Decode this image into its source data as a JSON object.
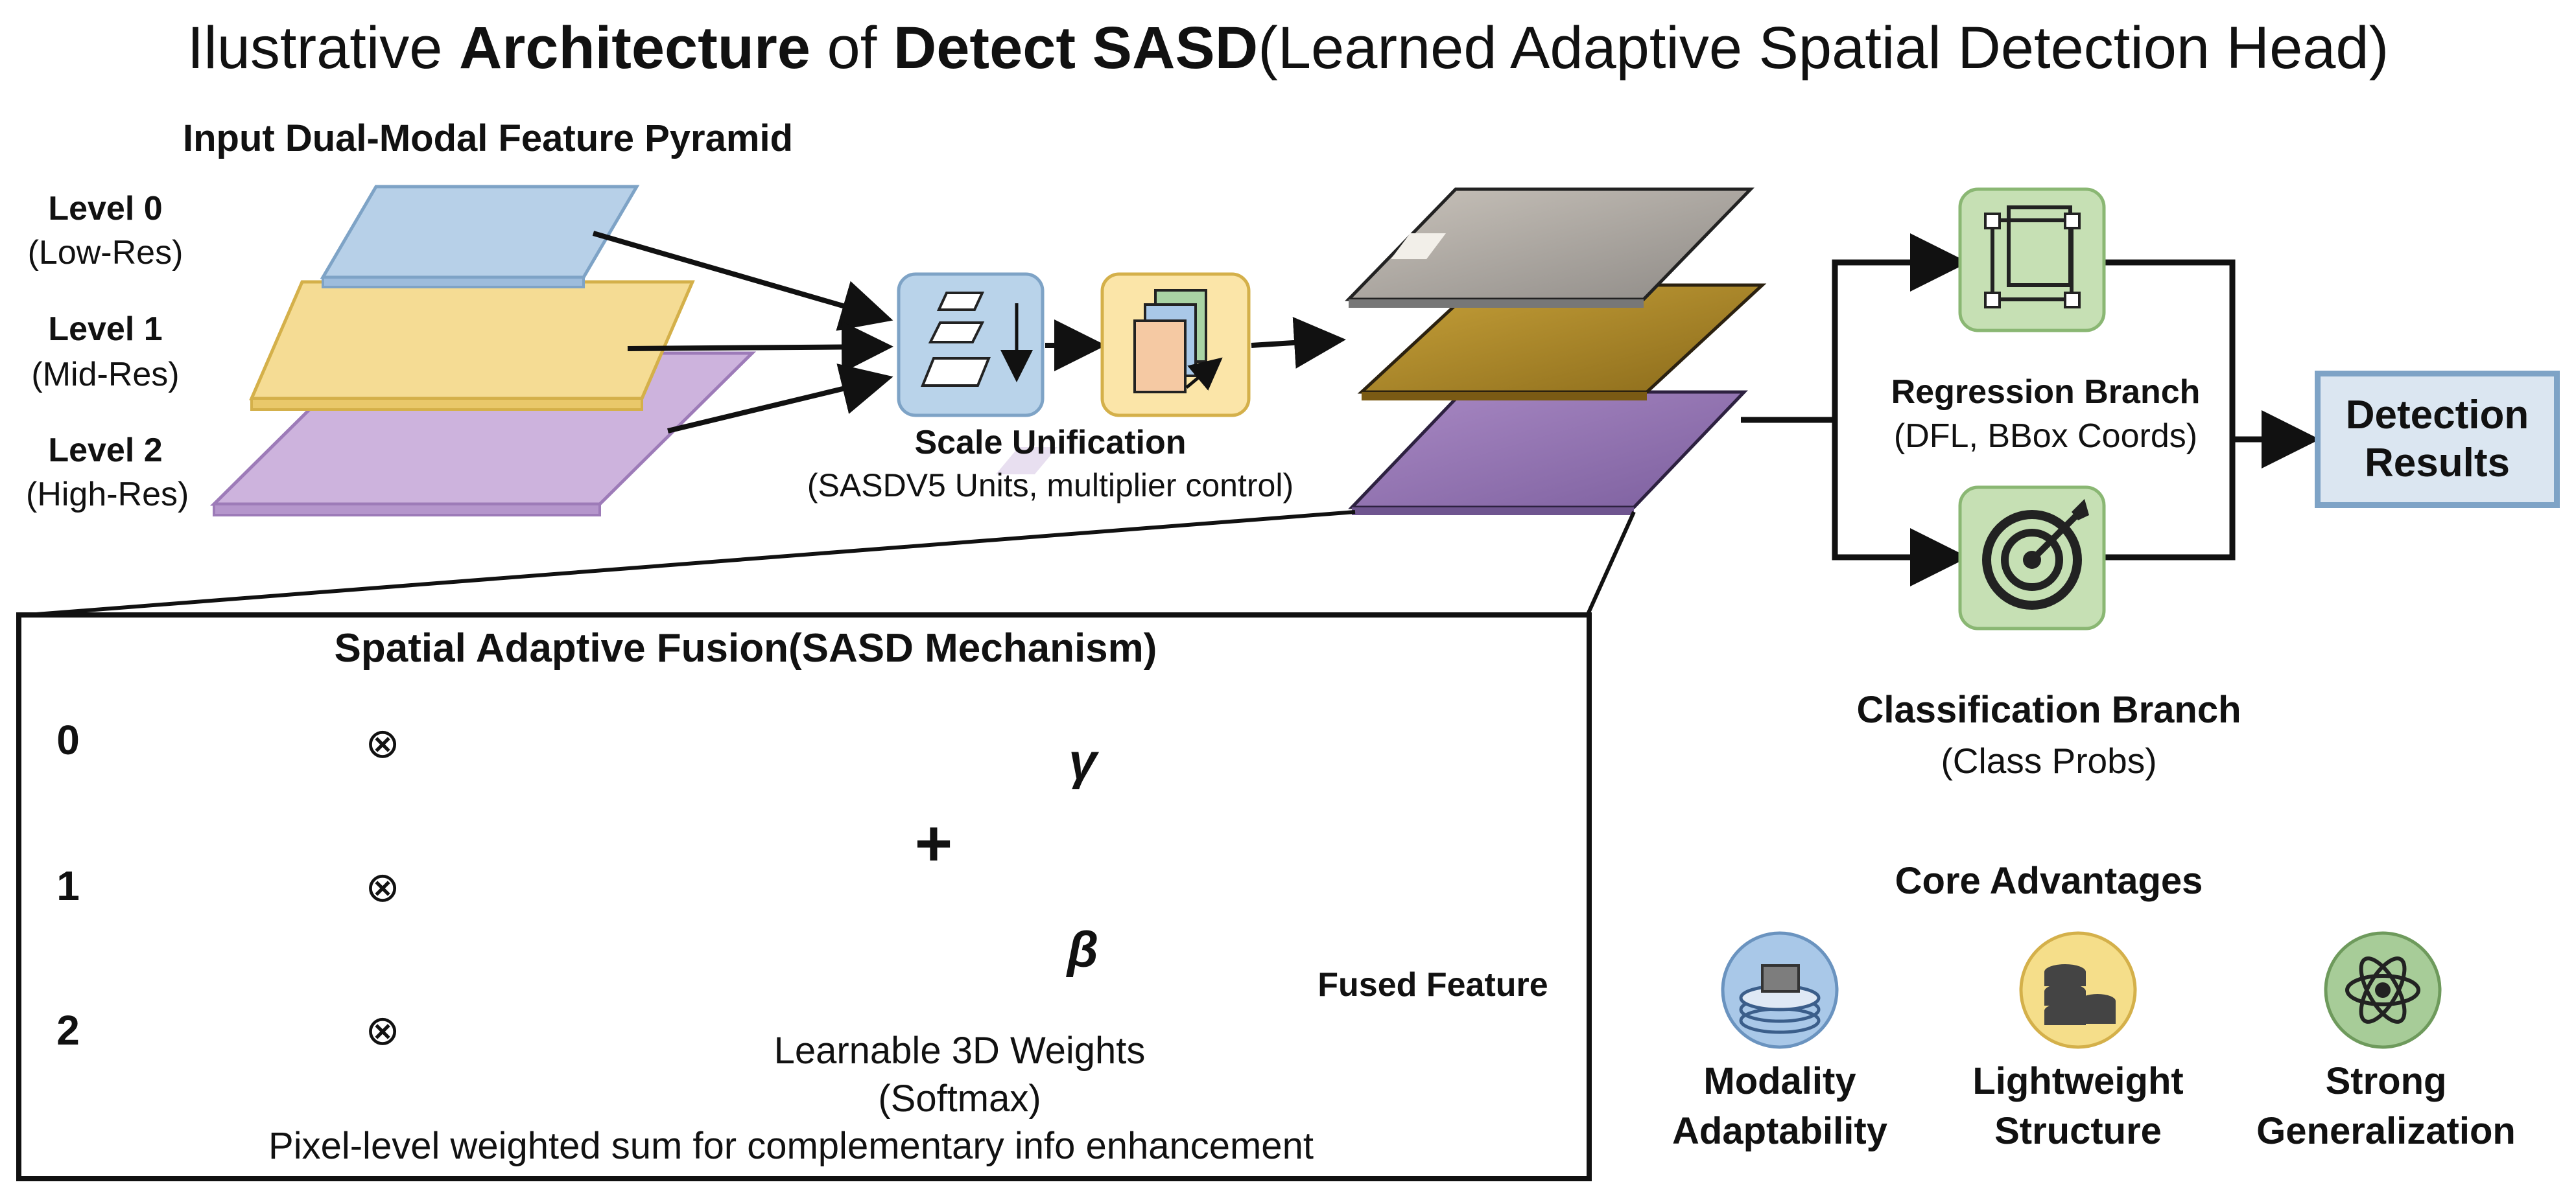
{
  "title": {
    "part1": "Ilustrative ",
    "bold1": "Architecture",
    "part2": " of ",
    "bold2": "Detect SASD",
    "part3": "(Learned Adaptive Spatial Detection Head)"
  },
  "pyramid": {
    "heading": "Input Dual-Modal Feature Pyramid",
    "levels": [
      {
        "name": "Level 0",
        "res": "(Low-Res)"
      },
      {
        "name": "Level 1",
        "res": "(Mid-Res)"
      },
      {
        "name": "Level 2",
        "res": "(High-Res)"
      }
    ]
  },
  "scale": {
    "title": "Scale Unification",
    "subtitle": "(SASDV5 Units, multiplier control)"
  },
  "regression": {
    "title": "Regression Branch",
    "subtitle": "(DFL, BBox Coords)"
  },
  "classification": {
    "title": "Classification Branch",
    "subtitle": "(Class Probs)"
  },
  "detection": {
    "line1": "Detection",
    "line2": "Results"
  },
  "fusion": {
    "title": "Spatial Adaptive Fusion(SASD Mechanism)",
    "row_labels": [
      "0",
      "1",
      "2"
    ],
    "operator": "⊗",
    "plus": "+",
    "gamma": "γ",
    "beta": "β",
    "weights_line1": "Learnable 3D Weights",
    "weights_line2": "(Softmax)",
    "fused": "Fused Feature",
    "caption": "Pixel-level weighted sum for complementary info enhancement"
  },
  "advantages": {
    "heading": "Core Advantages",
    "items": [
      {
        "line1": "Modality",
        "line2": "Adaptability",
        "icon": "layers-icon",
        "color": "#a9c8e8"
      },
      {
        "line1": "Lightweight",
        "line2": "Structure",
        "icon": "coin-stack-icon",
        "color": "#f5de8a"
      },
      {
        "line1": "Strong",
        "line2": "Generalization",
        "icon": "atom-icon",
        "color": "#a7cc98"
      }
    ]
  },
  "colors": {
    "level0": "#b7d0e8",
    "level1": "#f5dc94",
    "level2": "#cdb3dd",
    "branch_green": "#c6e0b4",
    "weights_bg": "#e2efd9",
    "scale_blue": "#b9d3ea",
    "scale_yellow": "#fbe5a8"
  }
}
